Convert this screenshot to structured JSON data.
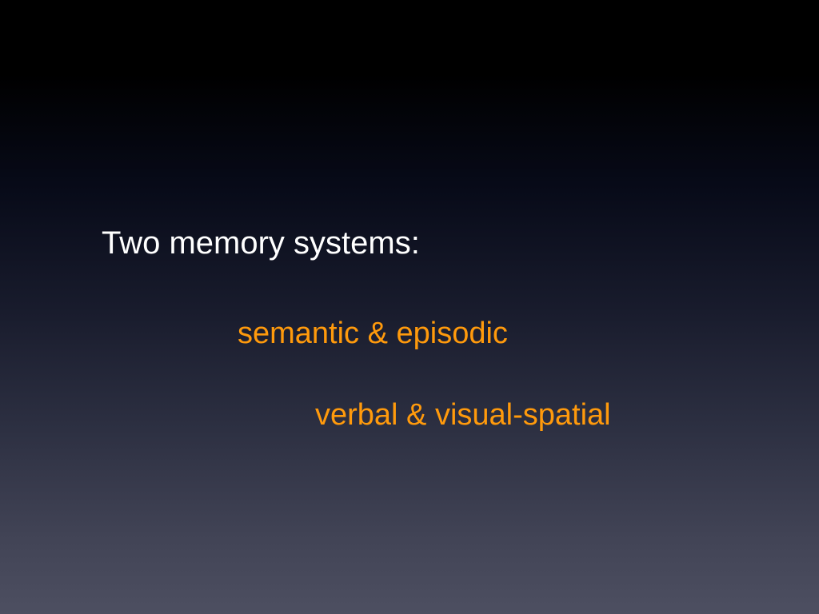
{
  "slide": {
    "heading": "Two memory systems:",
    "items": [
      "semantic & episodic",
      "verbal & visual-spatial"
    ]
  },
  "colors": {
    "heading": "#ffffff",
    "accent": "#ff9a0c",
    "background_top": "#000000",
    "background_bottom": "#4d4f61"
  }
}
